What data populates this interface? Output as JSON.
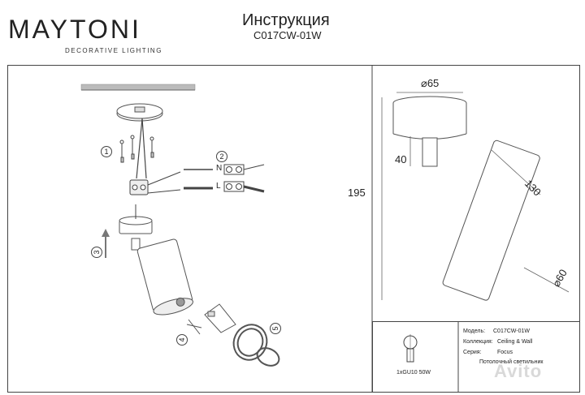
{
  "header": {
    "brand": "MAYTONI",
    "brand_sub": "DECORATIVE LIGHTING",
    "title": "Инструкция",
    "model": "C017CW-01W"
  },
  "steps": [
    "1",
    "2",
    "3",
    "4",
    "5"
  ],
  "wiring": {
    "n": "N",
    "l": "L"
  },
  "dimensions": {
    "top_diameter": "⌀65",
    "height_total": "195",
    "stem": "40",
    "body_length": "130",
    "body_diameter": "⌀60"
  },
  "spec": {
    "bulb": "1xGU10 50W",
    "model_label": "Модель:",
    "model_value": "C017CW-01W",
    "collection_label": "Коллекция:",
    "collection_value": "Ceiling & Wall",
    "series_label": "Серия:",
    "series_value": "Focus",
    "type_value": "Потолочный светильник"
  },
  "watermark": "Avito"
}
